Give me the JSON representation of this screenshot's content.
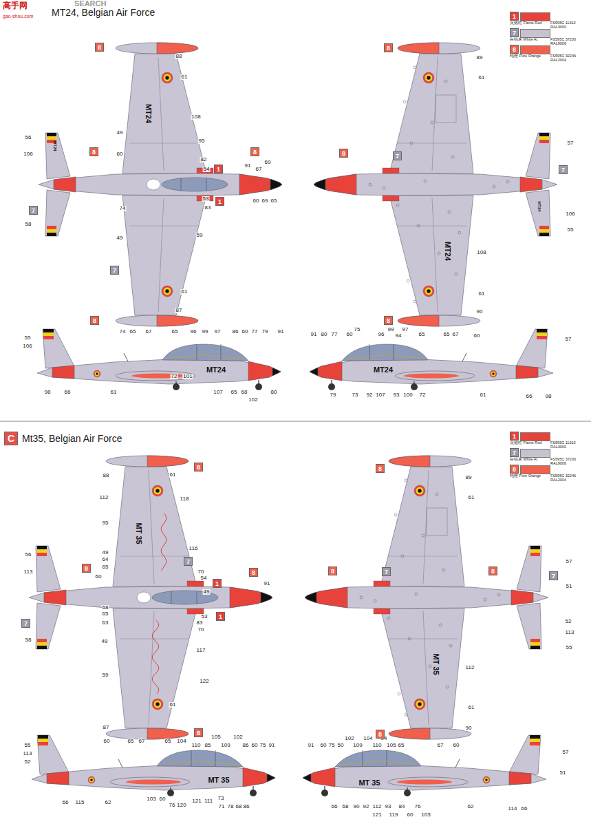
{
  "diagram": {
    "title": "MT24, Belgian Air Force",
    "nodes": [
      {
        "text": [
          "1"
        ]
      },
      {
        "text": [
          "7"
        ]
      },
      {
        "text": [
          "8"
        ]
      },
      {
        "text": [
          "8"
        ]
      },
      {
        "text": [
          "8"
        ]
      },
      {
        "text": [
          "8"
        ]
      },
      {
        "text": [
          "8"
        ]
      },
      {
        "text": [
          "1"
        ]
      },
      {
        "text": [
          "7"
        ]
      },
      {
        "text": [
          "8"
        ]
      },
      {
        "text": [
          "1"
        ]
      },
      {
        "text": [
          "7"
        ]
      },
      {
        "text": [
          "7"
        ]
      },
      {
        "text": [
          "7"
        ]
      },
      {
        "text": [
          "8"
        ]
      },
      {
        "text": [
          "8"
        ]
      },
      {
        "text": [
          "C",
          "Mt35, Belgian Air Force"
        ]
      },
      {
        "text": [
          "1"
        ]
      },
      {
        "text": [
          "7"
        ]
      },
      {
        "text": [
          "8"
        ]
      },
      {
        "text": [
          "8"
        ]
      },
      {
        "text": [
          "8"
        ]
      },
      {
        "text": [
          "7"
        ]
      },
      {
        "text": [
          "1"
        ]
      },
      {
        "text": [
          "8"
        ]
      },
      {
        "text": [
          "8"
        ]
      },
      {
        "text": [
          "8"
        ]
      },
      {
        "text": [
          "8"
        ]
      },
      {
        "text": [
          "7"
        ]
      },
      {
        "text": [
          "7"
        ]
      },
      {
        "text": [
          "1"
        ]
      },
      {
        "text": [
          "7"
        ]
      },
      {
        "text": [
          "8"
        ]
      },
      {
        "text": [
          "8"
        ]
      }
    ],
    "labels": [
      "高手网",
      "gao-shou.com",
      "SEARCH",
      "FS595C 11310",
      "RAL3000",
      "FS595C 37200",
      "RAL9006",
      "FS595C 32246",
      "RAL2004",
      "88",
      "61",
      "MT24",
      "108",
      "49",
      "95",
      "56",
      "106",
      "MT24",
      "60",
      "82",
      "54",
      "91",
      "67",
      "69",
      "74",
      "53",
      "60",
      "69",
      "65",
      "83",
      "58",
      "49",
      "59",
      "61",
      "87",
      "89",
      "61",
      "57",
      "MT24",
      "106",
      "55",
      "MT24",
      "108",
      "61",
      "90",
      "55",
      "106",
      "74",
      "65",
      "67",
      "65",
      "96",
      "99",
      "97",
      "86",
      "60",
      "77",
      "79",
      "91",
      "MT24",
      "72",
      "101",
      "98",
      "66",
      "61",
      "107",
      "65",
      "68",
      "80",
      "102",
      "91",
      "80",
      "77",
      "60",
      "75",
      "96",
      "99",
      "94",
      "97",
      "65",
      "65",
      "67",
      "60",
      "57",
      "MT24",
      "79",
      "73",
      "92",
      "107",
      "93",
      "100",
      "72",
      "61",
      "66",
      "98",
      "FS595C 11310",
      "RAL3000",
      "FS595C 37200",
      "RAL9006",
      "FS595C 32246",
      "RAL2004",
      "88",
      "61",
      "112",
      "118",
      "95",
      "MT 35",
      "116",
      "56",
      "49",
      "64",
      "65",
      "113",
      "70",
      "54",
      "60",
      "91",
      "49",
      "68",
      "65",
      "63",
      "53",
      "83",
      "70",
      "58",
      "49",
      "117",
      "59",
      "122",
      "61",
      "87",
      "89",
      "61",
      "57",
      "51",
      "MT 35",
      "52",
      "113",
      "55",
      "112",
      "61",
      "90",
      "55",
      "113",
      "52",
      "60",
      "65",
      "67",
      "65",
      "104",
      "110",
      "85",
      "105",
      "109",
      "102",
      "86",
      "60",
      "75",
      "91",
      "MT 35",
      "66",
      "115",
      "62",
      "103",
      "60",
      "76",
      "120",
      "121",
      "111",
      "73",
      "71",
      "78",
      "68",
      "86",
      "91",
      "60",
      "75",
      "50",
      "102",
      "109",
      "104",
      "110",
      "94",
      "105",
      "65",
      "67",
      "60",
      "57",
      "51",
      "MT 35",
      "66",
      "68",
      "90",
      "92",
      "112",
      "121",
      "93",
      "119",
      "84",
      "60",
      "76",
      "103",
      "62",
      "114",
      "66"
    ],
    "legend": [
      {
        "text": "火焰红 Flame Red",
        "color": "#e8433a"
      },
      {
        "text": "白铝灰 White Al.",
        "color": "#c6c3cf"
      },
      {
        "text": "纯橙 Pure Orange",
        "color": "#f0604c"
      },
      {
        "text": "火焰红 Flame Red",
        "color": "#e8433a"
      },
      {
        "text": "白铝灰 White Al.",
        "color": "#c6c3cf"
      },
      {
        "text": "纯橙 Pure Orange",
        "color": "#f0604c"
      }
    ]
  }
}
